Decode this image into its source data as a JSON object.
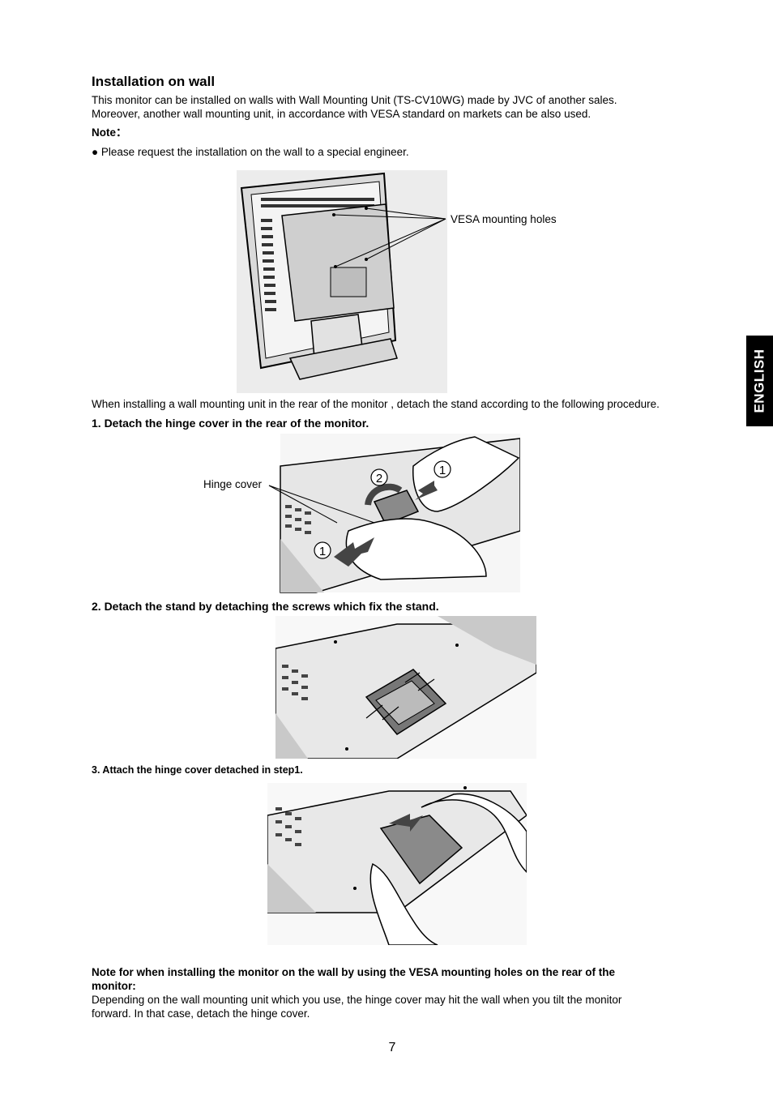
{
  "section": {
    "title": "Installation on wall",
    "intro_line1": "This monitor can be installed on walls with Wall Mounting Unit (TS-CV10WG) made by JVC of another sales.",
    "intro_line2": "Moreover, another wall mounting unit, in accordance with VESA standard on markets can be also used.",
    "note_label": "Note：",
    "note_bullet": "● Please request the installation on the wall to a special engineer."
  },
  "figure1": {
    "callout": "VESA mounting holes"
  },
  "procedure_intro": "When installing a wall mounting unit in the rear of the monitor , detach the stand according to the following procedure.",
  "steps": [
    {
      "text": "1. Detach the hinge cover in the rear of the monitor."
    },
    {
      "text": "2. Detach the stand by detaching the screws which fix the stand."
    },
    {
      "text": "3. Attach the hinge cover detached in step1."
    }
  ],
  "figure2": {
    "callout": "Hinge cover",
    "marker_1": "1",
    "marker_2": "2"
  },
  "final_note": {
    "title_line1": "Note for when installing the monitor on the wall by using the VESA mounting holes on the rear of the",
    "title_line2": "monitor:",
    "body_line1": "Depending on the wall mounting unit which you use, the hinge cover may hit the wall when you tilt the monitor",
    "body_line2": "forward. In that case, detach the hinge cover."
  },
  "page_number": "7",
  "language_tab": "ENGLISH"
}
